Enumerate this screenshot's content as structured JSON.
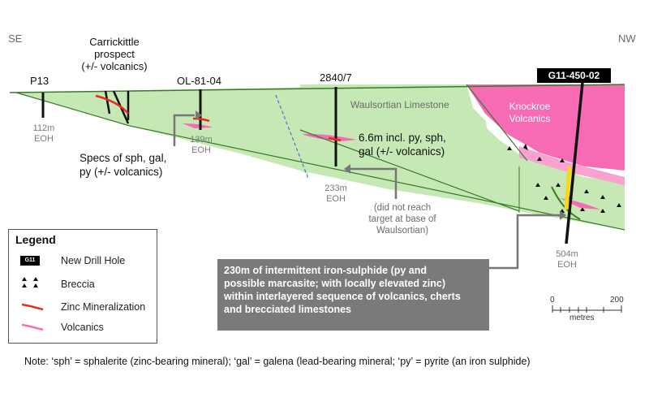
{
  "directions": {
    "left": "SE",
    "right": "NW"
  },
  "drill_holes": [
    {
      "id": "P13",
      "depth": "112m",
      "eoh": "EOH"
    },
    {
      "id": "OL-81-04",
      "depth": "139m",
      "eoh": "EOH"
    },
    {
      "id": "2840/7",
      "depth": "233m",
      "eoh": "EOH"
    },
    {
      "id": "G11-450-02",
      "depth": "504m",
      "eoh": "EOH"
    }
  ],
  "prospect": {
    "line1": "Carrickittle",
    "line2": "prospect",
    "line3": "(+/- volcanics)"
  },
  "units": {
    "waulsortian": "Waulsortian Limestone",
    "knockroe_line1": "Knockroe",
    "knockroe_line2": "Volcanics"
  },
  "annotations": {
    "specs_line1": "Specs of sph, gal,",
    "specs_line2": "py (+/- volcanics)",
    "intercept_line1": "6.6m incl. py, sph,",
    "intercept_line2": "gal (+/- volcanics)",
    "target_line1": "(did not reach",
    "target_line2": "target at base of",
    "target_line3": "Waulsortian)"
  },
  "callout": {
    "line1": "230m of intermittent iron-sulphide (py and",
    "line2": "possible marcasite; with locally elevated zinc)",
    "line3": "within interlayered sequence of volcanics, cherts",
    "line4": "and brecciated limestones"
  },
  "legend": {
    "title": "Legend",
    "swatch_text": "G11",
    "items": [
      "New Drill Hole",
      "Breccia",
      "Zinc Mineralization",
      "Volcanics"
    ]
  },
  "scale": {
    "min": "0",
    "max": "200",
    "unit": "metres"
  },
  "note": "Note: ‘sph’ = sphalerite (zinc-bearing mineral); ‘gal’ = galena (lead-bearing mineral; ‘py’ = pyrite (an iron sulphide)",
  "colors": {
    "limestone": "#c5e8b5",
    "volcanics": "#f76bb5",
    "zinc": "#e8291c",
    "border": "#3a7a2a",
    "callout": "#7a7a7a",
    "yellow": "#f5d81a"
  }
}
